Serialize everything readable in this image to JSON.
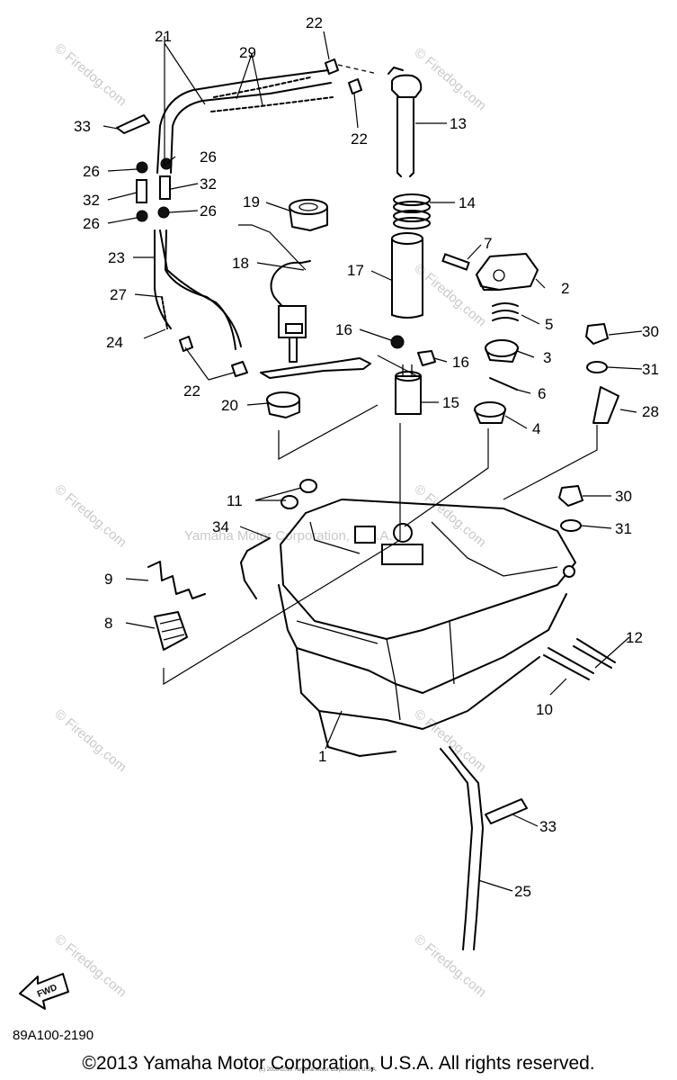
{
  "labels": {
    "p1": "1",
    "p2": "2",
    "p3": "3",
    "p4": "4",
    "p5": "5",
    "p6": "6",
    "p7": "7",
    "p8": "8",
    "p9": "9",
    "p10": "10",
    "p11": "11",
    "p12": "12",
    "p13": "13",
    "p14": "14",
    "p15": "15",
    "p16a": "16",
    "p16b": "16",
    "p17": "17",
    "p18": "18",
    "p19": "19",
    "p20": "20",
    "p21": "21",
    "p22a": "22",
    "p22b": "22",
    "p22c": "22",
    "p23": "23",
    "p24": "24",
    "p25": "25",
    "p26a": "26",
    "p26b": "26",
    "p26c": "26",
    "p26d": "26",
    "p27": "27",
    "p28": "28",
    "p29": "29",
    "p30a": "30",
    "p30b": "30",
    "p31a": "31",
    "p31b": "31",
    "p32a": "32",
    "p32b": "32",
    "p33a": "33",
    "p33b": "33",
    "p34": "34"
  },
  "watermark": {
    "firedog": "© Firedog.com",
    "center": "Yamaha Motor Corporation, U.S.A."
  },
  "fwd_label": "FWD",
  "diagram_code": "89A100-2190",
  "copyright_small": "(c) 2005-2010 Yamaha Motor Corporation, U.S.A.",
  "copyright": "©2013 Yamaha Motor Corporation, U.S.A. All rights reserved."
}
